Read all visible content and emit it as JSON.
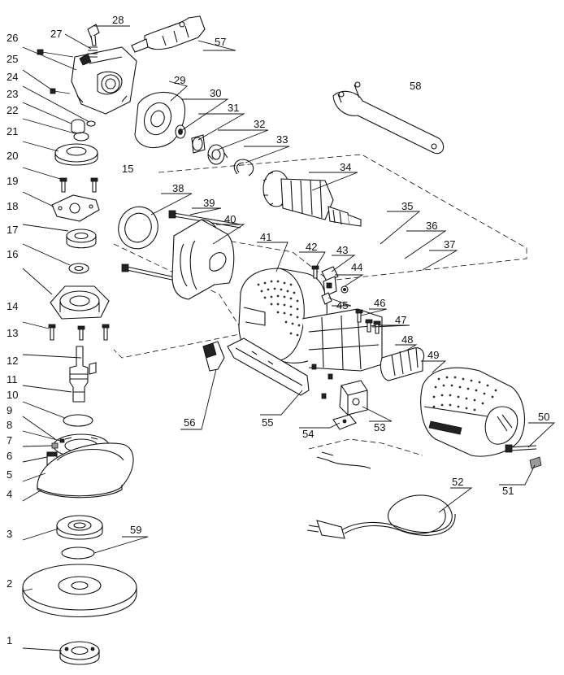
{
  "diagram": {
    "parts": [
      {
        "id": "1",
        "label": "1"
      },
      {
        "id": "2",
        "label": "2"
      },
      {
        "id": "3",
        "label": "3"
      },
      {
        "id": "4",
        "label": "4"
      },
      {
        "id": "5",
        "label": "5"
      },
      {
        "id": "6",
        "label": "6"
      },
      {
        "id": "7",
        "label": "7"
      },
      {
        "id": "8",
        "label": "8"
      },
      {
        "id": "9",
        "label": "9"
      },
      {
        "id": "10",
        "label": "10"
      },
      {
        "id": "11",
        "label": "11"
      },
      {
        "id": "12",
        "label": "12"
      },
      {
        "id": "13",
        "label": "13"
      },
      {
        "id": "14",
        "label": "14"
      },
      {
        "id": "15",
        "label": "15"
      },
      {
        "id": "16",
        "label": "16"
      },
      {
        "id": "17",
        "label": "17"
      },
      {
        "id": "18",
        "label": "18"
      },
      {
        "id": "19",
        "label": "19"
      },
      {
        "id": "20",
        "label": "20"
      },
      {
        "id": "21",
        "label": "21"
      },
      {
        "id": "22",
        "label": "22"
      },
      {
        "id": "23",
        "label": "23"
      },
      {
        "id": "24",
        "label": "24"
      },
      {
        "id": "25",
        "label": "25"
      },
      {
        "id": "26",
        "label": "26"
      },
      {
        "id": "27",
        "label": "27"
      },
      {
        "id": "28",
        "label": "28"
      },
      {
        "id": "29",
        "label": "29"
      },
      {
        "id": "30",
        "label": "30"
      },
      {
        "id": "31",
        "label": "31"
      },
      {
        "id": "32",
        "label": "32"
      },
      {
        "id": "33",
        "label": "33"
      },
      {
        "id": "34",
        "label": "34"
      },
      {
        "id": "35",
        "label": "35"
      },
      {
        "id": "36",
        "label": "36"
      },
      {
        "id": "37",
        "label": "37"
      },
      {
        "id": "38",
        "label": "38"
      },
      {
        "id": "39",
        "label": "39"
      },
      {
        "id": "40",
        "label": "40"
      },
      {
        "id": "41",
        "label": "41"
      },
      {
        "id": "42",
        "label": "42"
      },
      {
        "id": "43",
        "label": "43"
      },
      {
        "id": "44",
        "label": "44"
      },
      {
        "id": "45",
        "label": "45"
      },
      {
        "id": "46",
        "label": "46"
      },
      {
        "id": "47",
        "label": "47"
      },
      {
        "id": "48",
        "label": "48"
      },
      {
        "id": "49",
        "label": "49"
      },
      {
        "id": "50",
        "label": "50"
      },
      {
        "id": "51",
        "label": "51"
      },
      {
        "id": "52",
        "label": "52"
      },
      {
        "id": "53",
        "label": "53"
      },
      {
        "id": "54",
        "label": "54"
      },
      {
        "id": "55",
        "label": "55"
      },
      {
        "id": "56",
        "label": "56"
      },
      {
        "id": "57",
        "label": "57"
      },
      {
        "id": "58",
        "label": "58"
      },
      {
        "id": "59",
        "label": "59"
      }
    ]
  }
}
